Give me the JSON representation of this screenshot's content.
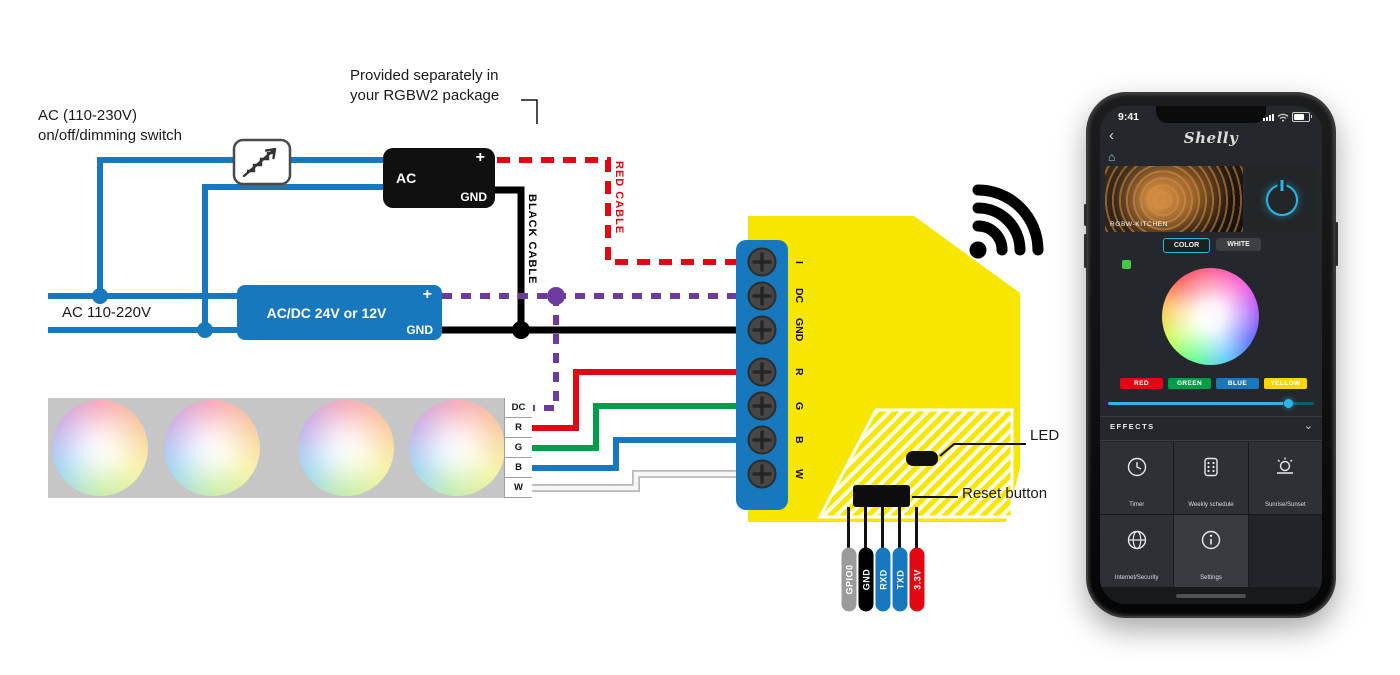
{
  "annotations": {
    "provided_line1": "Provided separately in",
    "provided_line2": "your RGBW2 package",
    "switch_line1": "AC (110-230V)",
    "switch_line2": "on/off/dimming switch",
    "mains": "AC 110-220V",
    "red_cable": "RED CABLE",
    "black_cable": "BLACK CABLE",
    "led": "LED",
    "reset": "Reset button"
  },
  "adapter": {
    "name": "AC",
    "plus": "+",
    "gnd": "GND"
  },
  "psu": {
    "name": "AC/DC 24V or 12V",
    "plus": "+",
    "gnd": "GND"
  },
  "led_strip": {
    "pins": [
      "DC",
      "R",
      "G",
      "B",
      "W"
    ]
  },
  "device": {
    "terminals": [
      "I",
      "DC",
      "GND",
      "R",
      "G",
      "B",
      "W"
    ]
  },
  "debug_pins": [
    {
      "label": "GPIO0",
      "color": "#9b9b9b"
    },
    {
      "label": "GND",
      "color": "#000000"
    },
    {
      "label": "RXD",
      "color": "#1878be"
    },
    {
      "label": "TXD",
      "color": "#1878be"
    },
    {
      "label": "3.3V",
      "color": "#e30613"
    }
  ],
  "colors": {
    "shelly_blue": "#1878be",
    "device_yellow": "#f6e600",
    "wire_red": "#e30613",
    "wire_green": "#009e49",
    "wire_purple": "#6d3b9e",
    "app_accent": "#29b6e8"
  },
  "phone": {
    "time": "9:41",
    "brand": "Shelly",
    "device_name": "RGBW-KITCHEN",
    "tab_color": "COLOR",
    "tab_white": "WHITE",
    "presets": [
      {
        "label": "RED",
        "color": "#e30613"
      },
      {
        "label": "GREEN",
        "color": "#009e49"
      },
      {
        "label": "BLUE",
        "color": "#1878be"
      },
      {
        "label": "YELLOW",
        "color": "#ffd400"
      }
    ],
    "effects": "EFFECTS",
    "menu": [
      {
        "label": "Timer"
      },
      {
        "label": "Weekly schedule"
      },
      {
        "label": "Sunrise/Sunset"
      },
      {
        "label": "Internet/Security"
      },
      {
        "label": "Settings"
      }
    ]
  }
}
